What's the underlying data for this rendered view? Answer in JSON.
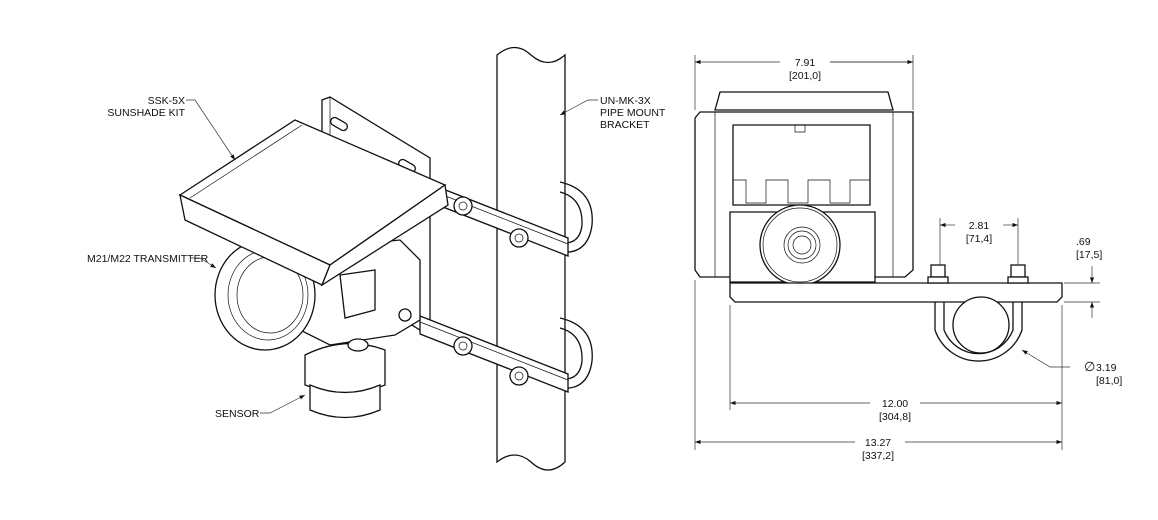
{
  "callouts": {
    "sunshade": [
      "SSK-5X",
      "SUNSHADE KIT"
    ],
    "bracket": [
      "UN-MK-3X",
      "PIPE MOUNT",
      "BRACKET"
    ],
    "transmitter": "M21/M22 TRANSMITTER",
    "sensor": "SENSOR"
  },
  "dimensions": {
    "width": {
      "in": "7.91",
      "mm": "[201,0]"
    },
    "bolt_spacing": {
      "in": "2.81",
      "mm": "[71,4]"
    },
    "plate_thickness": {
      "in": ".69",
      "mm": "[17,5]"
    },
    "pipe_diameter": {
      "symbol": "∅",
      "in": "3.19",
      "mm": "[81,0]"
    },
    "plate_length": {
      "in": "12.00",
      "mm": "[304,8]"
    },
    "overall_length": {
      "in": "13.27",
      "mm": "[337,2]"
    }
  }
}
